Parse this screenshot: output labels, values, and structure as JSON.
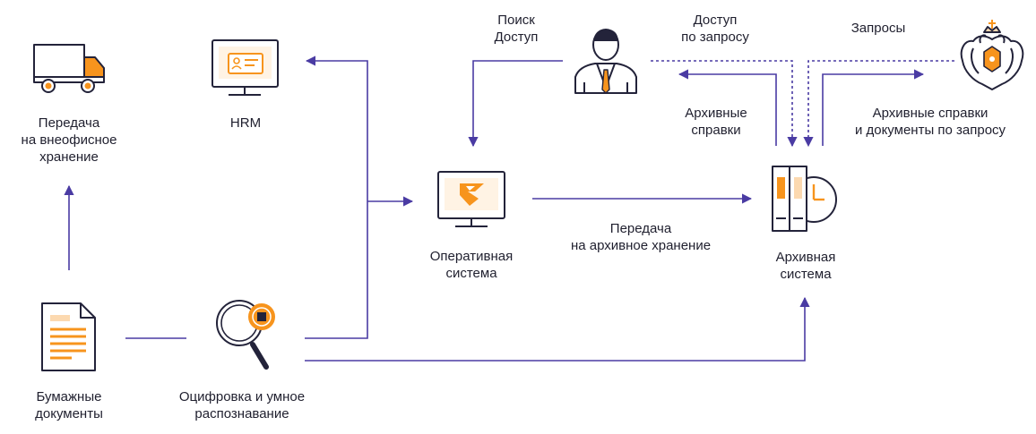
{
  "colors": {
    "accent": "#f7941d",
    "line": "#4a3ba3",
    "ink": "#23233a",
    "light_orange": "#fcd9b0",
    "background": "#ffffff"
  },
  "nodes": {
    "offsite": {
      "icon": "truck-icon",
      "label": [
        "Передача",
        "на внеофисное",
        "хранение"
      ]
    },
    "hrm": {
      "icon": "monitor-profile-icon",
      "label": [
        "HRM"
      ]
    },
    "operative": {
      "icon": "monitor-logo-icon",
      "label": [
        "Оперативная",
        "система"
      ]
    },
    "archive": {
      "icon": "archive-clock-icon",
      "label": [
        "Архивная",
        "система"
      ]
    },
    "paper": {
      "icon": "document-icon",
      "label": [
        "Бумажные",
        "документы"
      ]
    },
    "ocr": {
      "icon": "magnifier-chip-icon",
      "label": [
        "Оцифровка и умное",
        "распознавание"
      ]
    },
    "user": {
      "icon": "person-icon"
    },
    "authority": {
      "icon": "eagle-emblem-icon"
    }
  },
  "edges": {
    "search_access": [
      "Поиск",
      "Доступ"
    ],
    "access_on_request": [
      "Доступ",
      "по запросу"
    ],
    "requests": [
      "Запросы"
    ],
    "archive_certificates": [
      "Архивные",
      "справки"
    ],
    "archive_certs_docs": [
      "Архивные справки",
      "и документы по запросу"
    ],
    "transfer_archive": [
      "Передача",
      "на архивное хранение"
    ]
  }
}
